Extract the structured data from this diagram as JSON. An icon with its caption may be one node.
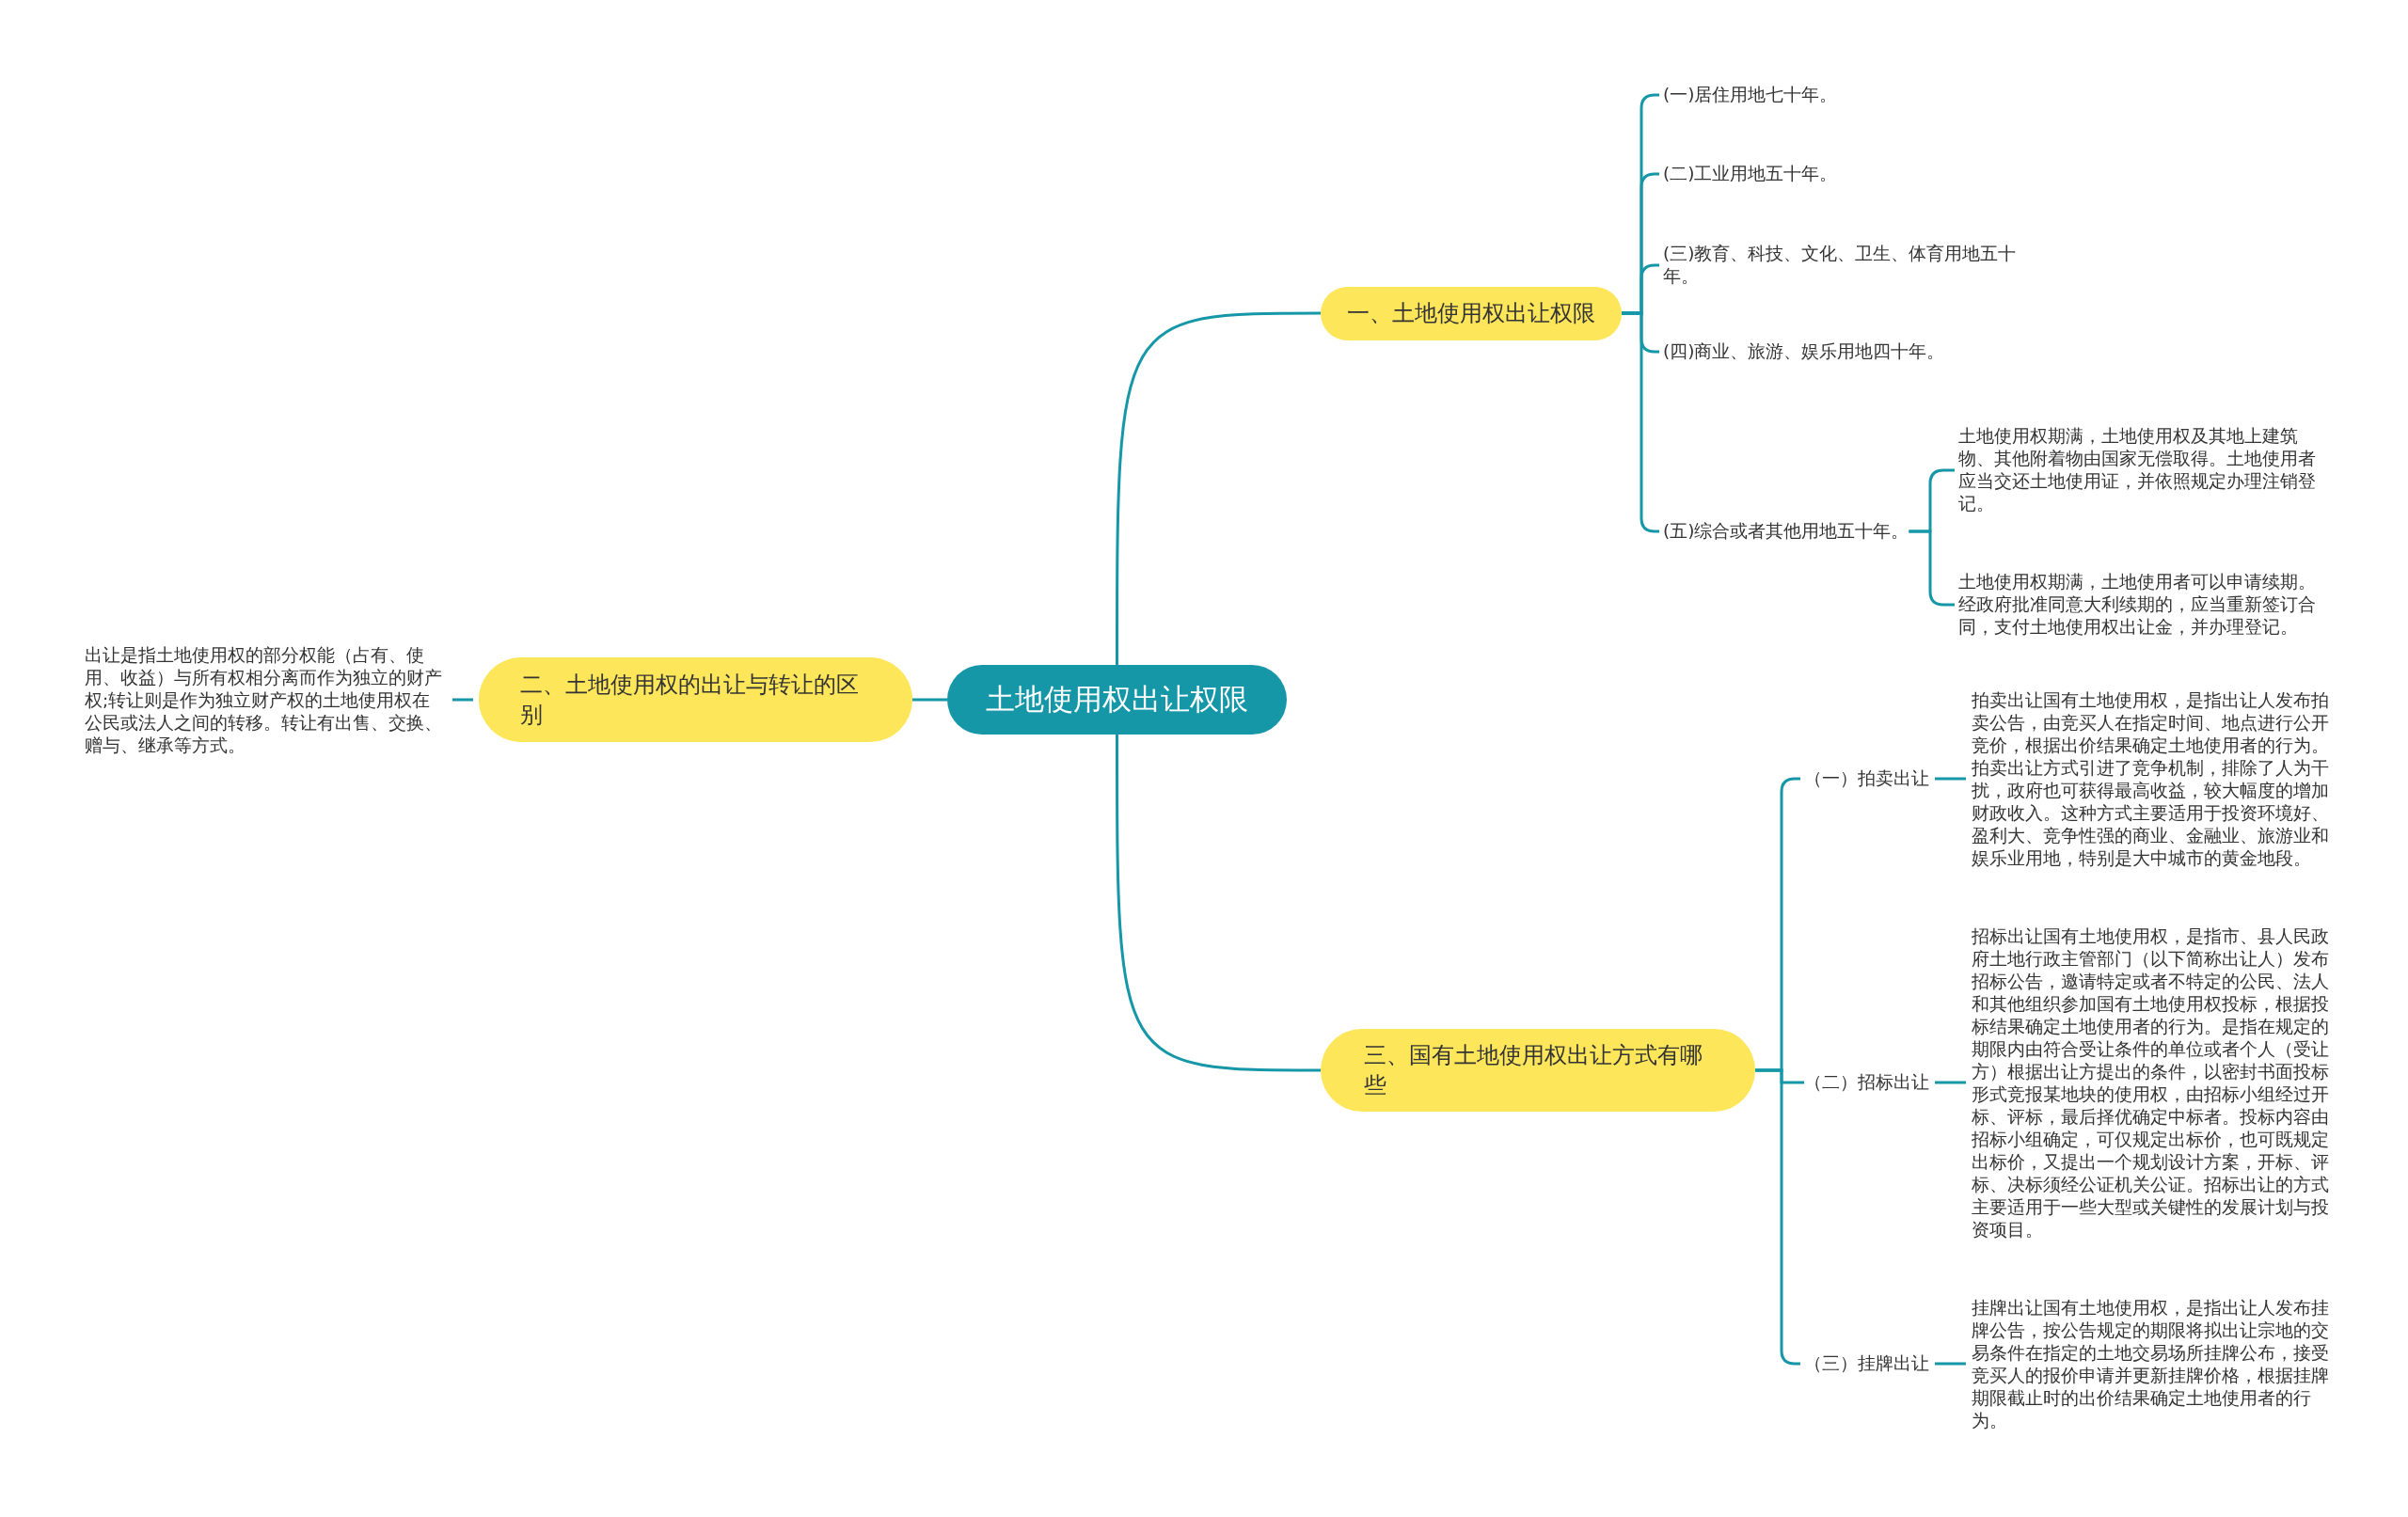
{
  "diagram": {
    "nodes": [
      {
        "text": [
          "土地使用权出让权限"
        ]
      },
      {
        "text": [
          "一、土地使用权出让权限"
        ]
      },
      {
        "text": [
          "(一)居住用地七十年。"
        ]
      },
      {
        "text": [
          "(二)工业用地五十年。"
        ]
      },
      {
        "text": [
          "(三)教育、科技、文化、卫生、体育用地五十年。"
        ]
      },
      {
        "text": [
          "(四)商业、旅游、娱乐用地四十年。"
        ]
      },
      {
        "text": [
          "(五)综合或者其他用地五十年。"
        ]
      },
      {
        "text": [
          "土地使用权期满，土地使用权及其地上建筑物、其他附着物由国家无偿取得。土地使用者应当交还土地使用证，并依照规定办理注销登记。"
        ]
      },
      {
        "text": [
          "土地使用权期满，土地使用者可以申请续期。经政府批准同意大利续期的，应当重新签订合同，支付土地使用权出让金，并办理登记。"
        ]
      },
      {
        "text": [
          "二、土地使用权的出让与转让的区别"
        ]
      },
      {
        "text": [
          "出让是指土地使用权的部分权能（占有、使用、收益）与所有权相分离而作为独立的财产权;转让则是作为独立财产权的土地使用权在公民或法人之间的转移。转让有出售、交换、赠与、继承等方式。"
        ]
      },
      {
        "text": [
          "三、国有土地使用权出让方式有哪些"
        ]
      },
      {
        "text": [
          "（一）拍卖出让"
        ]
      },
      {
        "text": [
          "拍卖出让国有土地使用权，是指出让人发布拍卖公告，由竞买人在指定时间、地点进行公开竞价，根据出价结果确定土地使用者的行为。拍卖出让方式引进了竞争机制，排除了人为干扰，政府也可获得最高收益，较大幅度的增加财政收入。这种方式主要适用于投资环境好、盈利大、竞争性强的商业、金融业、旅游业和娱乐业用地，特别是大中城市的黄金地段。"
        ]
      },
      {
        "text": [
          "（二）招标出让"
        ]
      },
      {
        "text": [
          "招标出让国有土地使用权，是指市、县人民政府土地行政主管部门（以下简称出让人）发布招标公告，邀请特定或者不特定的公民、法人和其他组织参加国有土地使用权投标，根据投标结果确定土地使用者的行为。是指在规定的期限内由符合受让条件的单位或者个人（受让方）根据出让方提出的条件，以密封书面投标形式竞报某地块的使用权，由招标小组经过开标、评标，最后择优确定中标者。投标内容由招标小组确定，可仅规定出标价，也可既规定出标价，又提出一个规划设计方案，开标、评标、决标须经公证机关公证。招标出让的方式主要适用于一些大型或关键性的发展计划与投资项目。"
        ]
      },
      {
        "text": [
          "（三）挂牌出让"
        ]
      },
      {
        "text": [
          "挂牌出让国有土地使用权，是指出让人发布挂牌公告，按公告规定的期限将拟出让宗地的交易条件在指定的土地交易场所挂牌公布，接受竞买人的报价申请并更新挂牌价格，根据挂牌期限截止时的出价结果确定土地使用者的行为。"
        ]
      }
    ],
    "edges": [
      {
        "from": 0,
        "to": 1,
        "arrow": "none"
      },
      {
        "from": 0,
        "to": 9,
        "arrow": "none"
      },
      {
        "from": 0,
        "to": 11,
        "arrow": "none"
      },
      {
        "from": 1,
        "to": 2,
        "arrow": "none"
      },
      {
        "from": 1,
        "to": 3,
        "arrow": "none"
      },
      {
        "from": 1,
        "to": 4,
        "arrow": "none"
      },
      {
        "from": 1,
        "to": 5,
        "arrow": "none"
      },
      {
        "from": 1,
        "to": 6,
        "arrow": "none"
      },
      {
        "from": 6,
        "to": 7,
        "arrow": "none"
      },
      {
        "from": 6,
        "to": 8,
        "arrow": "none"
      },
      {
        "from": 9,
        "to": 10,
        "arrow": "none"
      },
      {
        "from": 11,
        "to": 12,
        "arrow": "none"
      },
      {
        "from": 11,
        "to": 14,
        "arrow": "none"
      },
      {
        "from": 11,
        "to": 16,
        "arrow": "none"
      },
      {
        "from": 12,
        "to": 13,
        "arrow": "none"
      },
      {
        "from": 14,
        "to": 15,
        "arrow": "none"
      },
      {
        "from": 16,
        "to": 17,
        "arrow": "none"
      }
    ]
  }
}
